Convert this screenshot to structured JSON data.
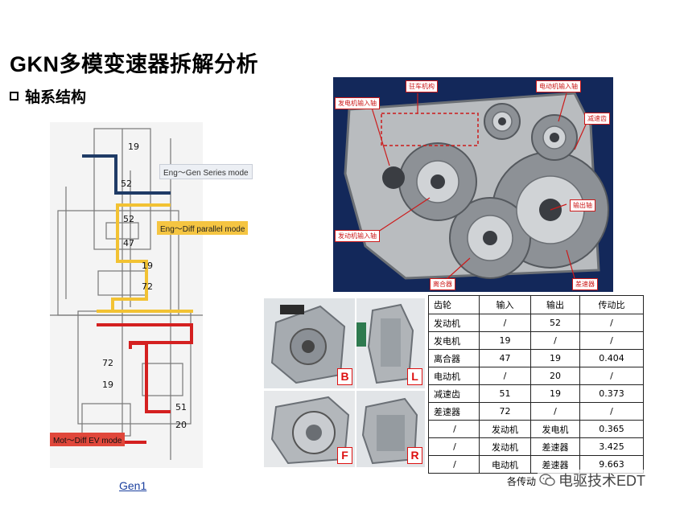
{
  "header": {
    "title": "GKN多模变速器拆解分析",
    "subtitle": "轴系结构"
  },
  "schematic": {
    "modes": {
      "series": "Eng～Gen Series mode",
      "parallel": "Eng～Diff  parallel mode",
      "ev": "Mot～Diff EV mode"
    },
    "gear_labels": [
      "19",
      "52",
      "52",
      "47",
      "19",
      "72",
      "72",
      "19",
      "51",
      "20"
    ],
    "mode_colors": {
      "series": "#1f3b66",
      "parallel": "#f2c233",
      "ev": "#d42020"
    },
    "link_text": "Gen1"
  },
  "gearbox_photo": {
    "callouts": {
      "parking": "驻车机构",
      "motor_input": "电动机输入轴",
      "generator_input": "发电机输入轴",
      "reduction": "减速齿",
      "output": "输出轴",
      "engine_input": "发动机输入轴",
      "clutch": "离合器",
      "differential": "差速器"
    }
  },
  "product_photos": {
    "tags": {
      "back": "B",
      "left": "L",
      "front": "F",
      "right": "R"
    }
  },
  "gear_table": {
    "headers": [
      "齿轮",
      "输入",
      "输出",
      "传动比"
    ],
    "rows": [
      [
        "发动机",
        "/",
        "52",
        "/"
      ],
      [
        "发电机",
        "19",
        "/",
        "/"
      ],
      [
        "离合器",
        "47",
        "19",
        "0.404"
      ],
      [
        "电动机",
        "/",
        "20",
        "/"
      ],
      [
        "减速齿",
        "51",
        "19",
        "0.373"
      ],
      [
        "差速器",
        "72",
        "/",
        "/"
      ],
      [
        "/",
        "发动机",
        "发电机",
        "0.365"
      ],
      [
        "/",
        "发动机",
        "差速器",
        "3.425"
      ],
      [
        "/",
        "电动机",
        "差速器",
        "9.663"
      ]
    ]
  },
  "caption": "各传动",
  "watermark": {
    "text": "电驱技术EDT",
    "icon": "wechat-icon"
  }
}
